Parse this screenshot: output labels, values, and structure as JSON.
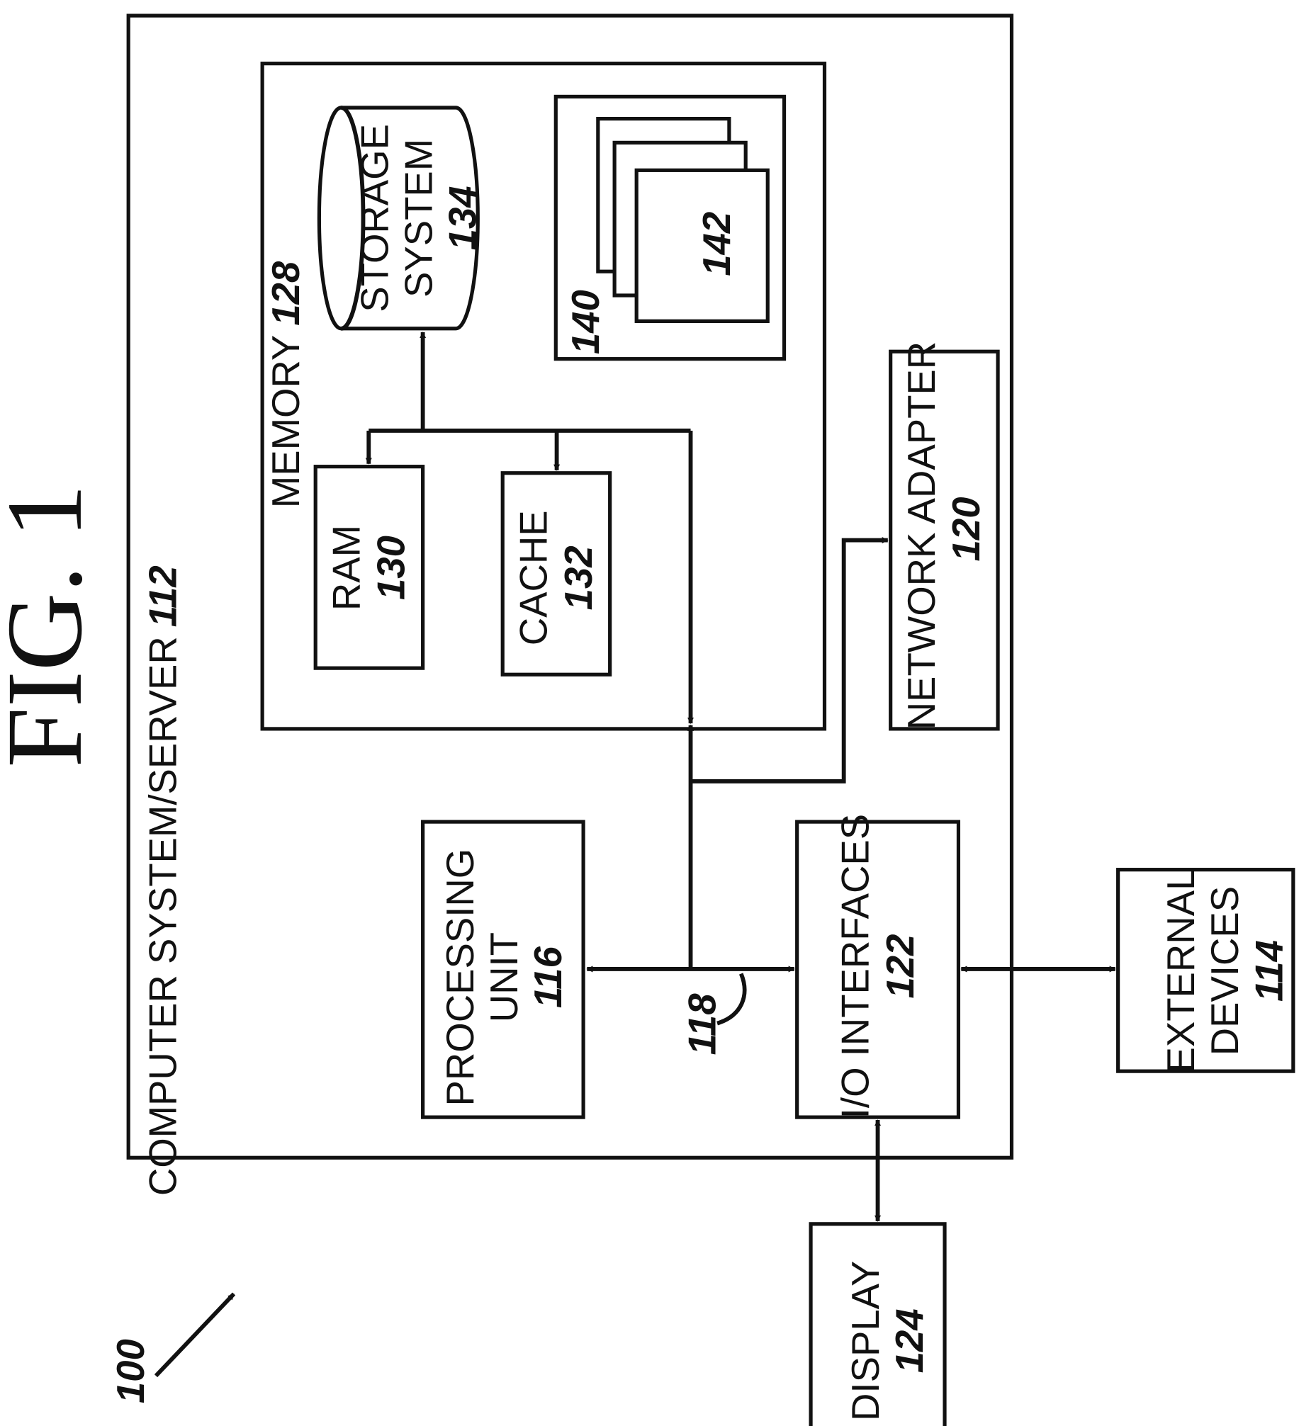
{
  "figure_title": "FIG. 1",
  "system_ref": "100",
  "computer": {
    "label": "COMPUTER SYSTEM/SERVER",
    "num": "112"
  },
  "memory": {
    "label": "MEMORY",
    "num": "128"
  },
  "storage": {
    "line1": "STORAGE",
    "line2": "SYSTEM",
    "num": "134"
  },
  "program_group_num": "140",
  "program_module_num": "142",
  "ram": {
    "label": "RAM",
    "num": "130"
  },
  "cache": {
    "label": "CACHE",
    "num": "132"
  },
  "network_adapter": {
    "label": "NETWORK ADAPTER",
    "num": "120"
  },
  "processing_unit": {
    "line1": "PROCESSING",
    "line2": "UNIT",
    "num": "116"
  },
  "bus_num": "118",
  "io_interfaces": {
    "label": "I/O INTERFACES",
    "num": "122"
  },
  "external_devices": {
    "line1": "EXTERNAL",
    "line2": "DEVICES",
    "num": "114"
  },
  "display": {
    "label": "DISPLAY",
    "num": "124"
  }
}
